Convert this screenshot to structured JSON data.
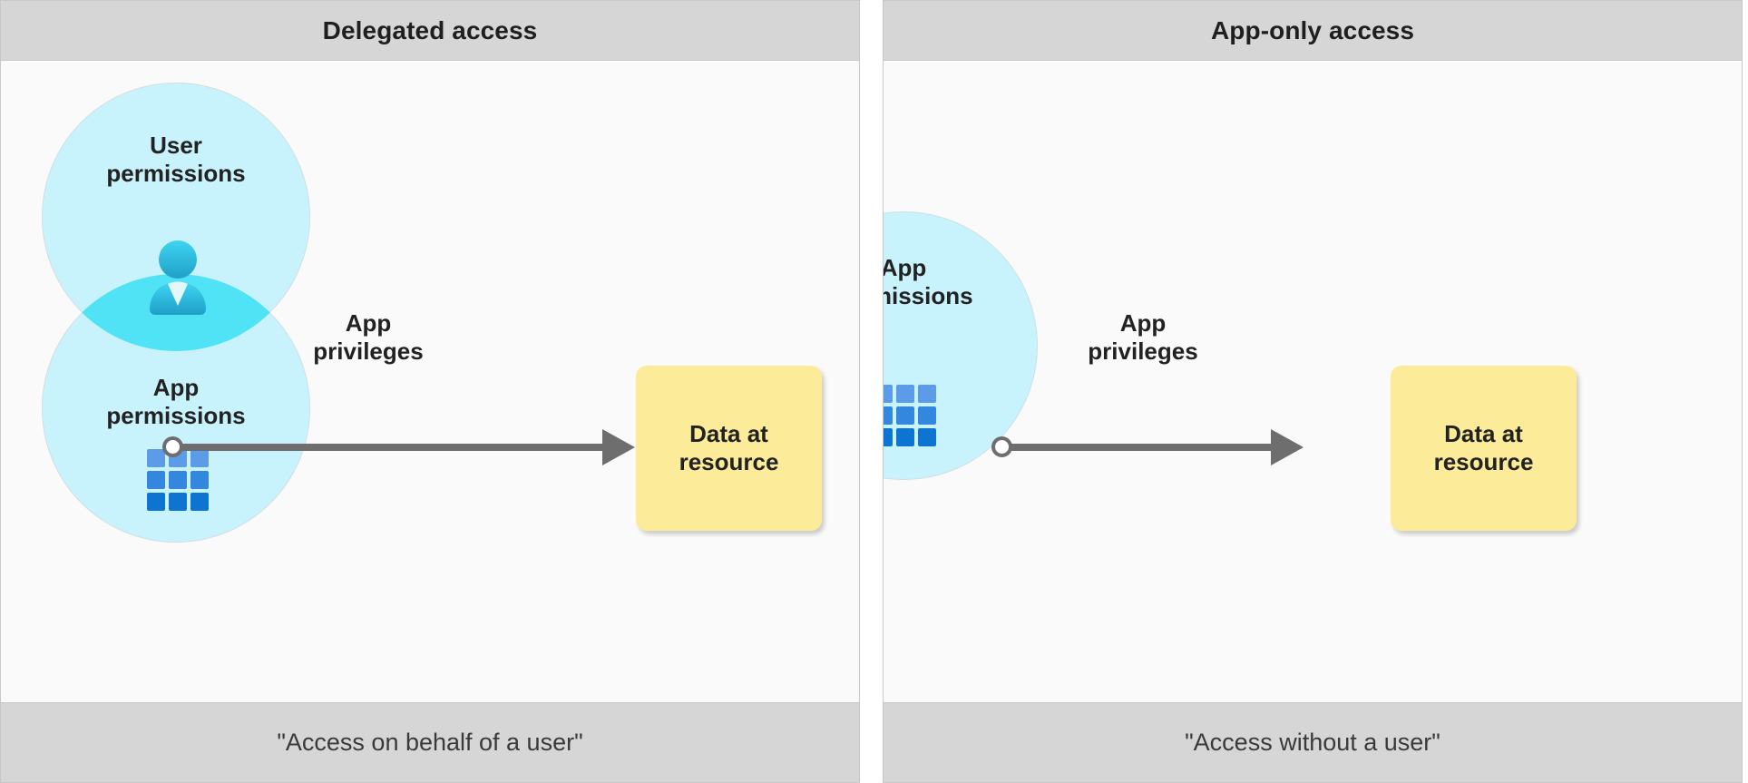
{
  "colors": {
    "panel_header_bg": "#d6d6d6",
    "panel_body_bg": "#fafafa",
    "panel_border": "#c8c8c8",
    "circle_fill": "#c9f3fc",
    "overlap_fill": "#4fe3f5",
    "arrow": "#6e6e6e",
    "resource_box": "#fcec9a",
    "grid_light": "#5b9be8",
    "grid_mid": "#3387de",
    "grid_dark": "#0d75d1",
    "person_icon": "#29c0e8",
    "text": "#222222"
  },
  "panels": [
    {
      "id": "delegated-access",
      "header": "Delegated access",
      "footer": "\"Access on behalf of a user\"",
      "circles": [
        {
          "id": "user-permissions",
          "label": "User\npermissions",
          "icon": "person-icon"
        },
        {
          "id": "app-permissions",
          "label": "App\npermissions",
          "icon": "app-grid-icon"
        }
      ],
      "arrow_label": "App\nprivileges",
      "resource": "Data at\nresource"
    },
    {
      "id": "app-only-access",
      "header": "App-only access",
      "footer": "\"Access without a user\"",
      "circles": [
        {
          "id": "app-permissions",
          "label": "App\npermissions",
          "icon": "app-grid-icon"
        }
      ],
      "arrow_label": "App\nprivileges",
      "resource": "Data at\nresource"
    }
  ]
}
